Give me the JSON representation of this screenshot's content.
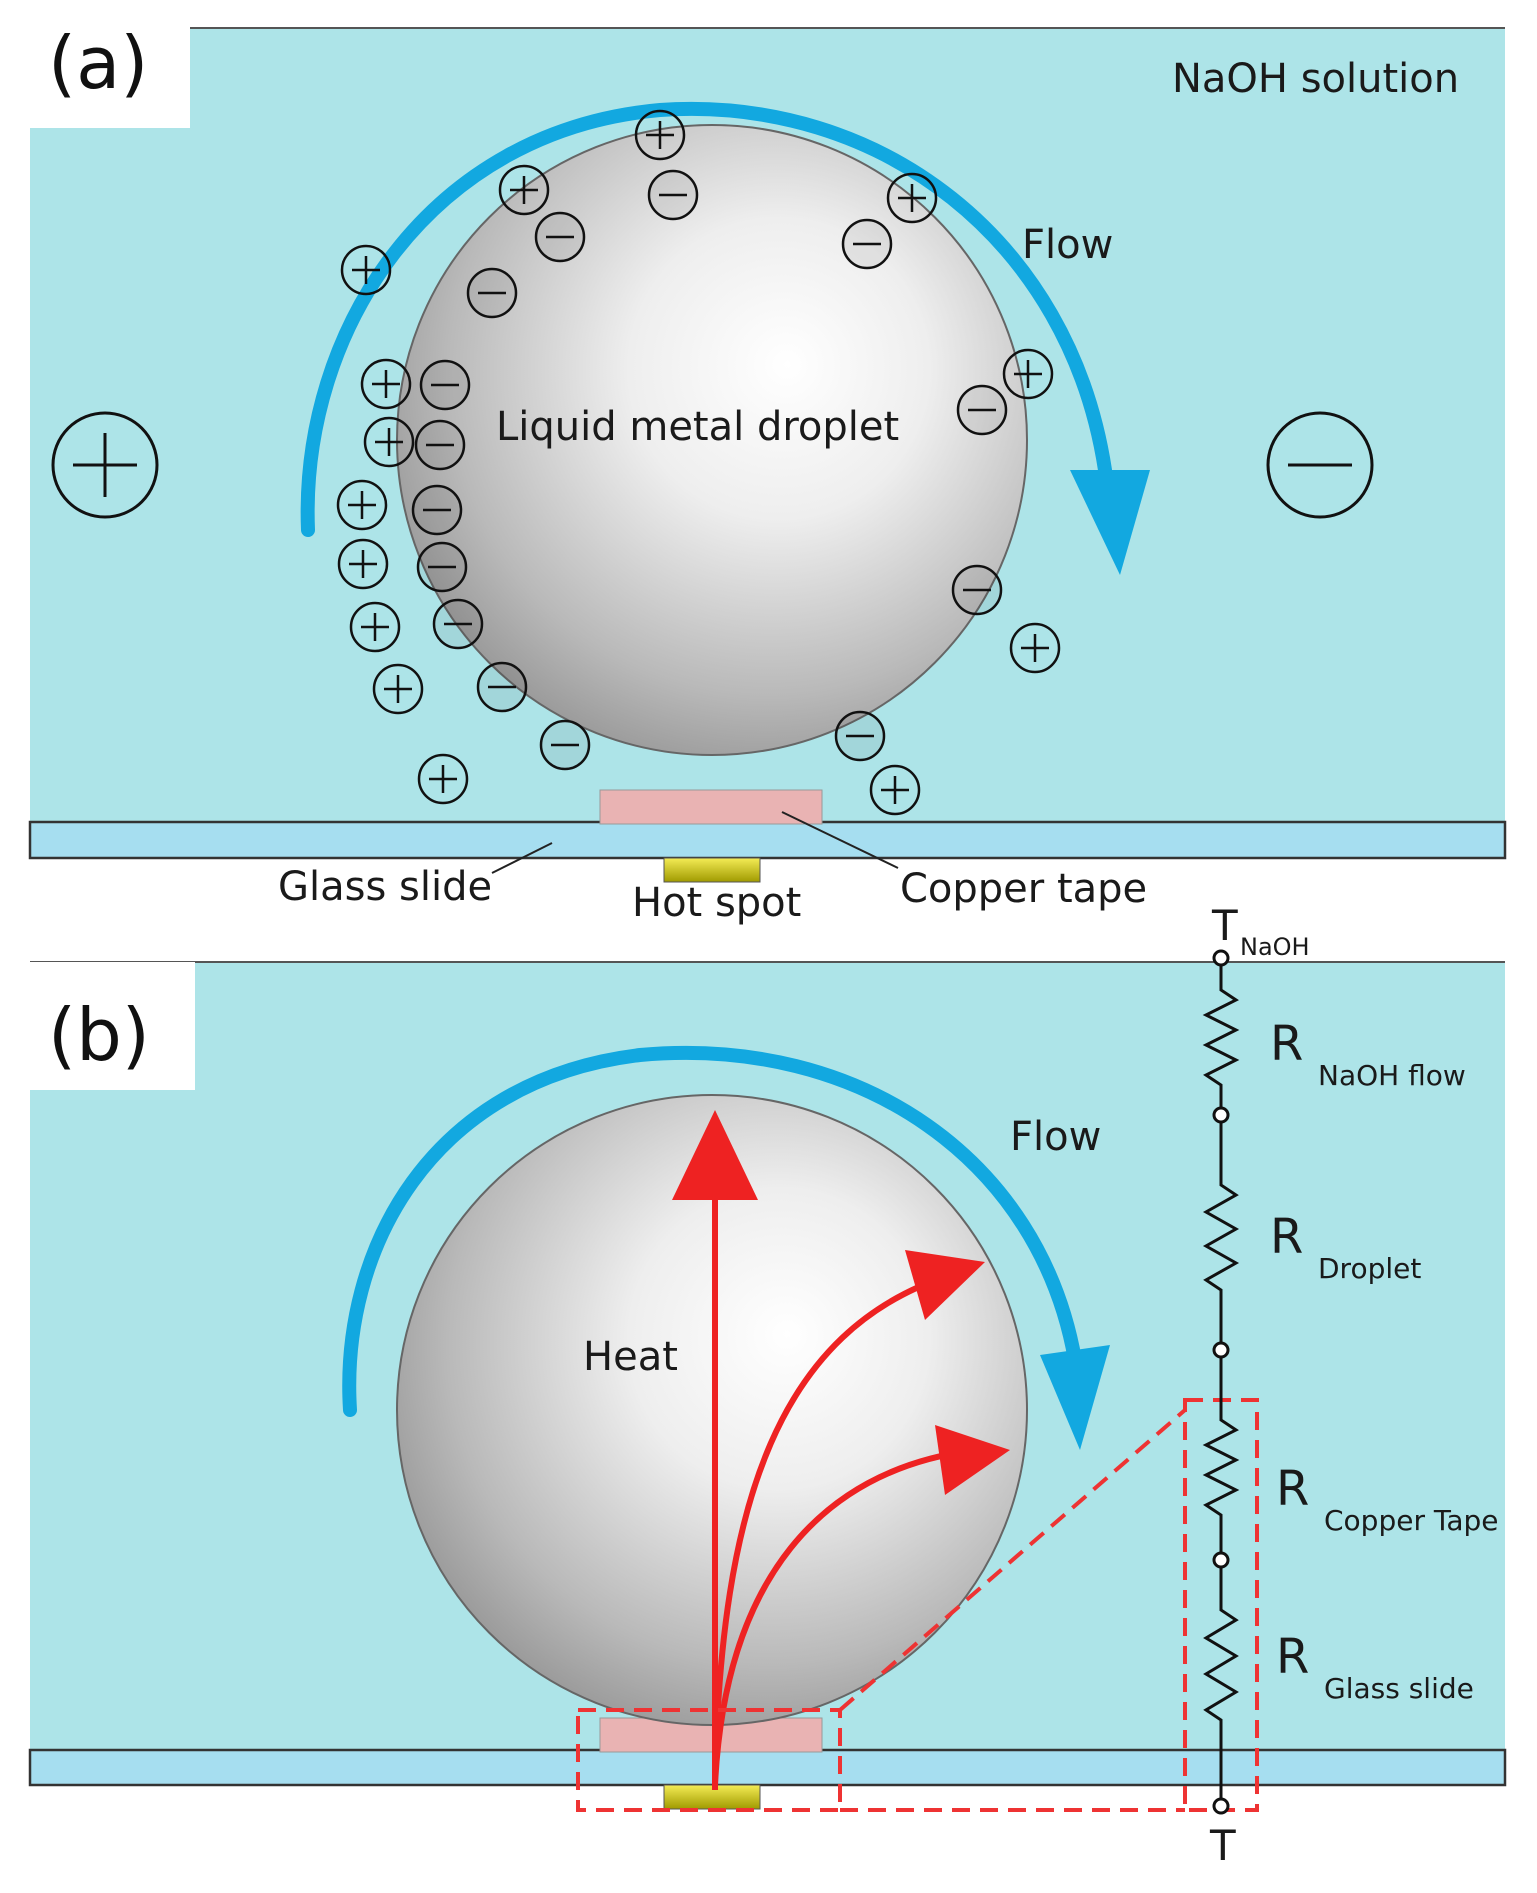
{
  "panel_a": {
    "label": "(a)",
    "solution_label": "NaOH solution",
    "flow_label": "Flow",
    "droplet_label": "Liquid metal droplet",
    "glass_label": "Glass slide",
    "hotspot_label": "Hot spot",
    "copper_label": "Copper tape",
    "left_electrode": "+",
    "right_electrode": "−"
  },
  "panel_b": {
    "label": "(b)",
    "flow_label": "Flow",
    "heat_label": "Heat",
    "circuit": {
      "top_T": "T",
      "top_T_sub": "NaOH",
      "bottom_T": "T",
      "resistors": [
        {
          "symbol": "R",
          "sub": "NaOH flow"
        },
        {
          "symbol": "R",
          "sub": "Droplet"
        },
        {
          "symbol": "R",
          "sub": "Copper Tape"
        },
        {
          "symbol": "R",
          "sub": "Glass slide"
        }
      ]
    }
  },
  "colors": {
    "solution": "#ade4e8",
    "glass": "#a6def0",
    "flow_arrow": "#12a8e0",
    "heat_arrow": "#ee2222",
    "copper_tape": "#e9b3b3",
    "hot_spot": "#e2d200",
    "dashed_box": "#ee3333"
  }
}
